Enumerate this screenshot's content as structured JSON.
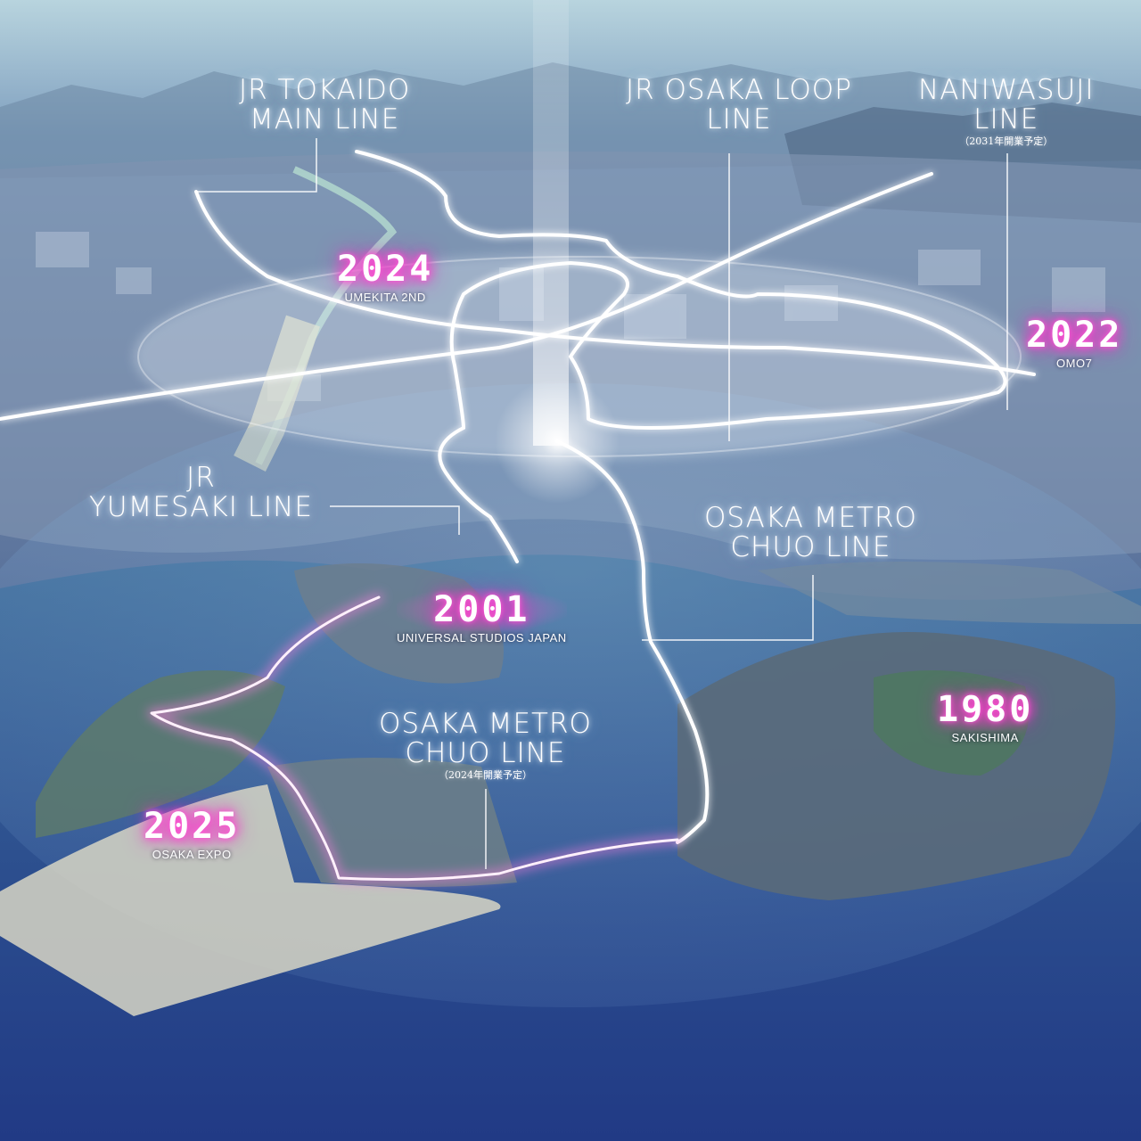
{
  "labels": {
    "tokaido": {
      "line1": "JR TOKAIDO",
      "line2": "MAIN LINE"
    },
    "loop": {
      "line1": "JR OSAKA LOOP",
      "line2": "LINE"
    },
    "naniwasuji": {
      "line1": "NANIWASUJI",
      "line2": "LINE",
      "note": "（2031年開業予定）"
    },
    "yumesaki": {
      "line1": "JR",
      "line2": "YUMESAKI LINE"
    },
    "chuo_east": {
      "line1": "OSAKA METRO",
      "line2": "CHUO LINE"
    },
    "chuo_new": {
      "line1": "OSAKA METRO",
      "line2": "CHUO LINE",
      "note": "（2024年開業予定）"
    }
  },
  "milestones": {
    "umekita": {
      "year": "2024",
      "place": "UMEKITA 2ND"
    },
    "omo7": {
      "year": "2022",
      "place": "OMO7"
    },
    "usj": {
      "year": "2001",
      "place": "UNIVERSAL STUDIOS JAPAN"
    },
    "sakishima": {
      "year": "1980",
      "place": "SAKISHIMA"
    },
    "expo": {
      "year": "2025",
      "place": "OSAKA EXPO"
    }
  },
  "colors": {
    "glow_line": "#ffffff",
    "future_line": "#f4c8f0",
    "milestone_glow": "#ff3cc8",
    "sky": "#8fb3c9",
    "sea": "#2a4a8a"
  }
}
